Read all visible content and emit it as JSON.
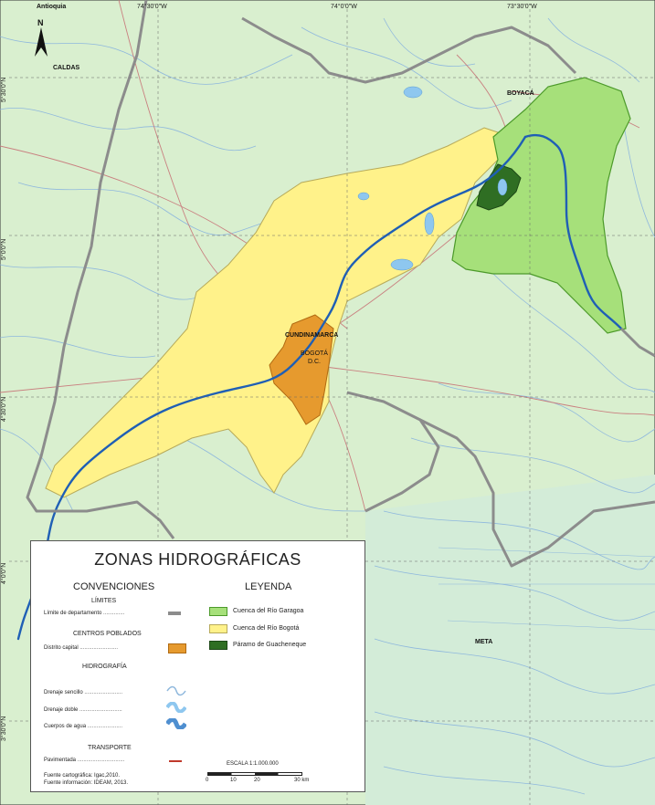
{
  "coordinates": {
    "top": [
      "74°30'0\"W",
      "74°0'0\"W",
      "73°30'0\"W"
    ],
    "left": [
      "5°30'0\"N",
      "5°0'0\"N",
      "4°30'0\"N",
      "4°0'0\"N",
      "3°30'0\"N"
    ]
  },
  "north_arrow": "N",
  "places": {
    "antioquia": "Antioquia",
    "caldas": "CALDAS",
    "boyaca": "BOYACÁ",
    "cundinamarca": "CUNDINAMARCA",
    "bogota_line1": "BOGOTÁ",
    "bogota_line2": "D.C.",
    "meta": "META"
  },
  "legend": {
    "title": "ZONAS HIDROGRÁFICAS",
    "conventions_header": "CONVENCIONES",
    "legend_header": "LEYENDA",
    "limits_header": "LÍMITES",
    "limit_department": "Límite de departamento",
    "centers_header": "CENTROS POBLADOS",
    "capital_district": "Distrito capital",
    "hydrography_header": "HIDROGRAFÍA",
    "single_drainage": "Drenaje sencillo",
    "double_drainage": "Drenaje doble",
    "water_bodies": "Cuerpos de agua",
    "transport_header": "TRANSPORTE",
    "paved": "Pavimentada",
    "items": [
      {
        "label": "Cuenca del Río Garagoa",
        "color": "#a6e07a"
      },
      {
        "label": "Cuenca del Río Bogotá",
        "color": "#fff28a"
      },
      {
        "label": "Páramo de Guacheneque",
        "color": "#2f6e23"
      }
    ],
    "source_carto": "Fuente cartográfica: Igac,2010.",
    "source_info": "Fuente información: IDEAM, 2013.",
    "scale_title": "ESCALA  1:1.000.000",
    "scale_ticks": [
      "0",
      "10",
      "20",
      "30 km"
    ]
  },
  "colors": {
    "background": "#d9efcf",
    "river_main": "#1f5fb5",
    "stream": "#8fb8dd",
    "dept_border": "#8c8c8c",
    "road": "#c98080",
    "capital": "#e69a2e"
  }
}
